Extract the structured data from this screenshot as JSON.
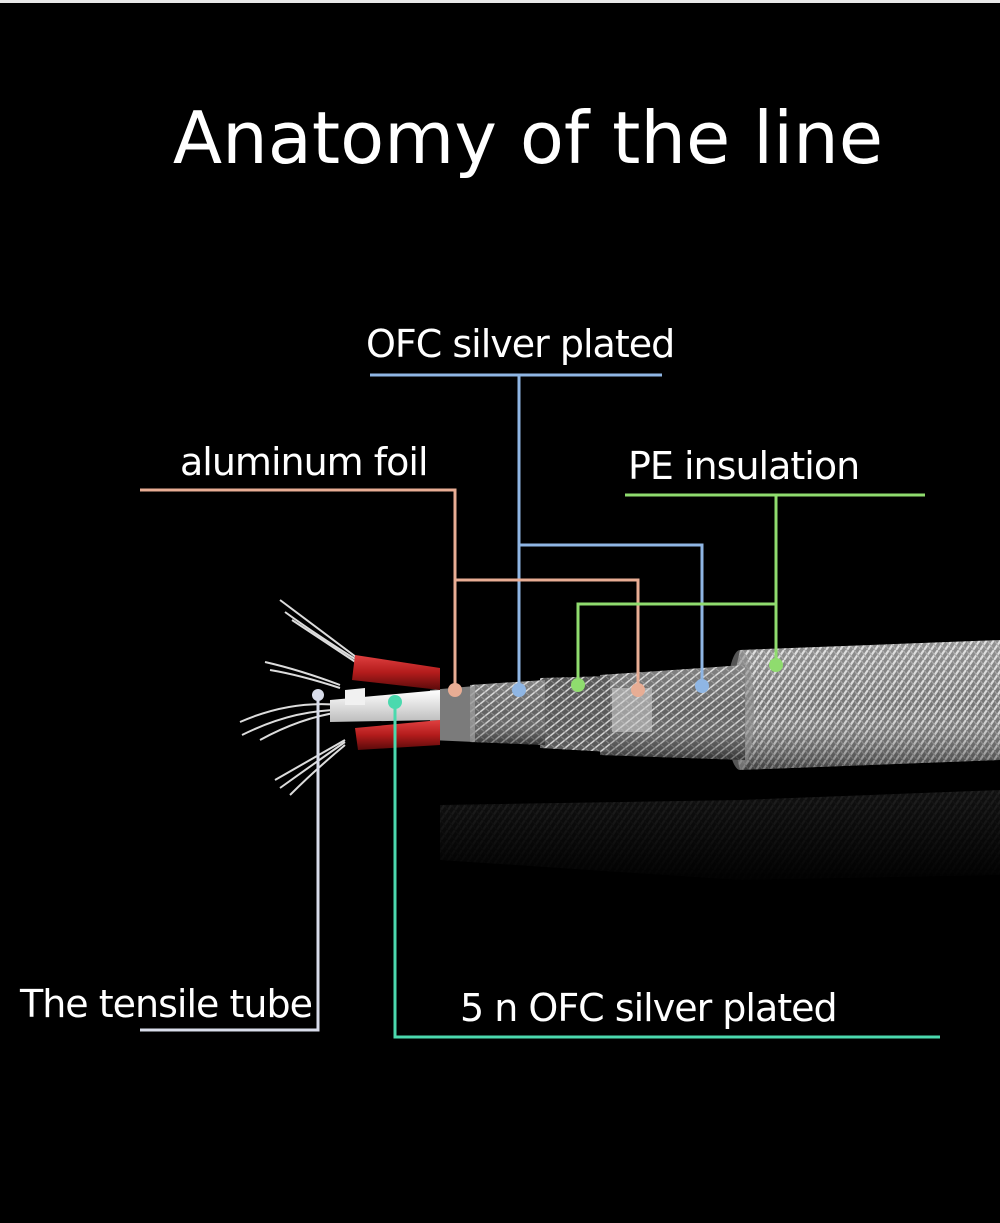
{
  "title": "Anatomy of the line",
  "labels": {
    "ofc_silver_plated": "OFC silver plated",
    "aluminum_foil": "aluminum foil",
    "pe_insulation": "PE insulation",
    "tensile_tube": "The tensile tube",
    "five_n_ofc": "5 n OFC silver plated"
  },
  "colors": {
    "background": "#000000",
    "ofc_line": "#8fb6e4",
    "foil_line": "#e8ad94",
    "pe_line": "#8fdc6e",
    "tensile_line": "#d8dcea",
    "five_n_line": "#4bd9ae",
    "wire_red": "#b31c1c",
    "braid": "#b8b8b8"
  }
}
